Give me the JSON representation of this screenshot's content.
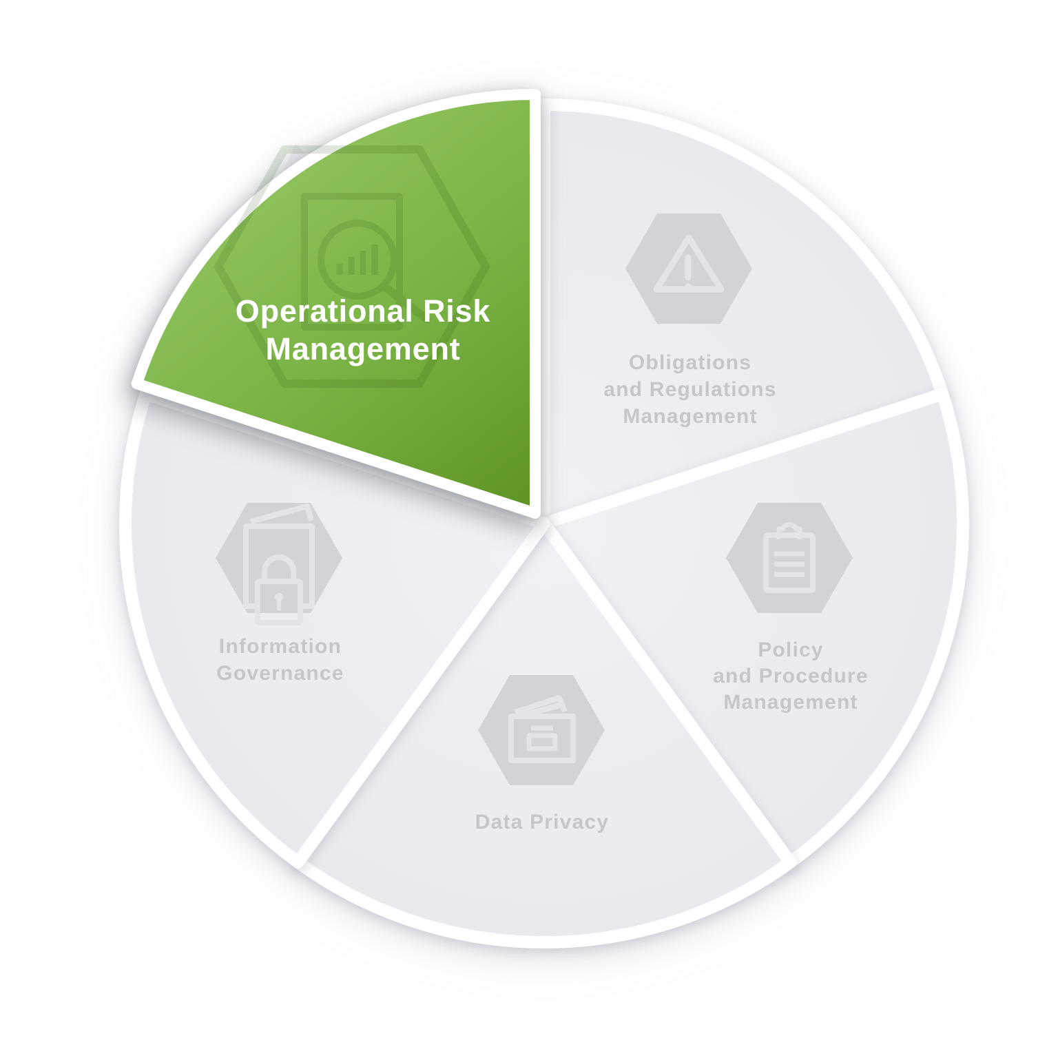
{
  "diagram": {
    "type": "segmented-wheel",
    "segment_count": 5,
    "active_segment": "Operational Risk Management",
    "colors": {
      "active_gradient_start": "#95c866",
      "active_gradient_end": "#5e9526",
      "inactive_fill": "#ebebef",
      "hexagon_fill": "#d2d3d8",
      "icon_stroke": "#e3e4e8",
      "inactive_label": "#c5c6cb",
      "active_label": "#ffffff",
      "divider": "#ffffff"
    },
    "segments": [
      {
        "name": "Operational Risk Management",
        "label_lines": [
          "Operational Risk",
          "Management"
        ],
        "icon": "document-chart-magnifier",
        "state": "active"
      },
      {
        "name": "Obligations and Regulations Management",
        "label_lines": [
          "Obligations",
          "and Regulations",
          "Management"
        ],
        "icon": "warning-triangle",
        "state": "inactive"
      },
      {
        "name": "Policy and Procedure Management",
        "label_lines": [
          "Policy",
          "and Procedure",
          "Management"
        ],
        "icon": "clipboard-checklist",
        "state": "inactive"
      },
      {
        "name": "Data Privacy",
        "label_lines": [
          "Data Privacy"
        ],
        "icon": "wallet-documents",
        "state": "inactive"
      },
      {
        "name": "Information Governance",
        "label_lines": [
          "Information",
          "Governance"
        ],
        "icon": "folder-padlock",
        "state": "inactive"
      }
    ]
  }
}
